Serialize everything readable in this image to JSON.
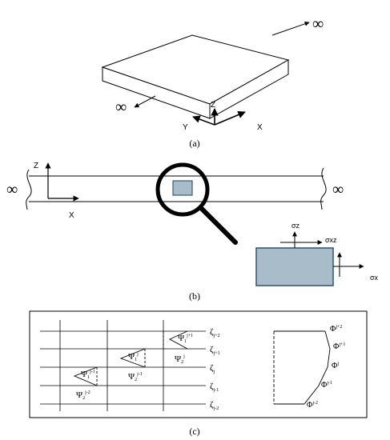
{
  "panel_a": {
    "caption": "(a)",
    "infinity_symbol": "∞",
    "axis_z": "Z",
    "axis_y": "Y",
    "axis_x": "X"
  },
  "panel_b": {
    "caption": "(b)",
    "infinity_symbol": "∞",
    "axis_z": "Z",
    "axis_x": "X",
    "sigma_z": "σz",
    "sigma_xz": "σxz",
    "sigma_x": "σx",
    "colors": {
      "element_fill": "#a9bcc9",
      "element_stroke": "#3c5a74"
    }
  },
  "panel_c": {
    "caption": "(c)",
    "zeta_labels": [
      "ζ_{j+2}",
      "ζ_{j+1}",
      "ζ_j",
      "ζ_{j-1}",
      "ζ_{j-2}"
    ],
    "psi_labels": [
      {
        "base": "Ψ",
        "sub": "1",
        "sup": "j+1"
      },
      {
        "base": "Ψ",
        "sub": "2",
        "sup": "j"
      },
      {
        "base": "Ψ",
        "sub": "1",
        "sup": "j"
      },
      {
        "base": "Ψ",
        "sub": "2",
        "sup": "j-1"
      },
      {
        "base": "Ψ",
        "sub": "1",
        "sup": "j-1"
      },
      {
        "base": "Ψ",
        "sub": "2",
        "sup": "j-2"
      }
    ],
    "phi_labels": [
      {
        "base": "Φ",
        "sup": "j+2"
      },
      {
        "base": "Φ",
        "sup": "j+1"
      },
      {
        "base": "Φ",
        "sup": "j"
      },
      {
        "base": "Φ",
        "sup": "j-1"
      },
      {
        "base": "Φ",
        "sup": "j-2"
      }
    ]
  }
}
